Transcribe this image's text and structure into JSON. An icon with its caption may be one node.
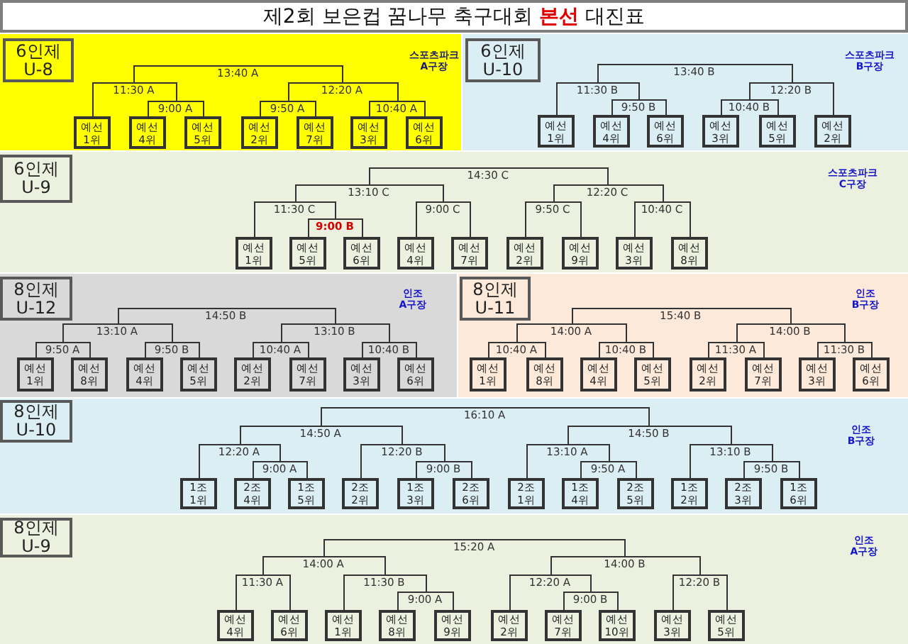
{
  "diagram": {
    "title": "제2회 보은컵 꿈나무 축구대회 **본선** 대진표",
    "nodes": [
      {
        "text": [
          "스포츠파크 A구장"
        ]
      },
      {
        "text": [
          "6인제 U-8"
        ],
        "in": 0
      },
      {
        "text": [
          "13:40 A"
        ],
        "in": 0
      },
      {
        "text": [
          "11:30 A"
        ],
        "in": 0
      },
      {
        "text": [
          "12:20 A"
        ],
        "in": 0
      },
      {
        "text": [
          "9:00 A"
        ],
        "in": 0
      },
      {
        "text": [
          "9:50 A"
        ],
        "in": 0
      },
      {
        "text": [
          "10:40 A"
        ],
        "in": 0
      },
      {
        "text": [
          "예선 1위"
        ],
        "in": 0
      },
      {
        "text": [
          "예선 4위"
        ],
        "in": 0
      },
      {
        "text": [
          "예선 5위"
        ],
        "in": 0
      },
      {
        "text": [
          "예선 2위"
        ],
        "in": 0
      },
      {
        "text": [
          "예선 7위"
        ],
        "in": 0
      },
      {
        "text": [
          "예선 3위"
        ],
        "in": 0
      },
      {
        "text": [
          "예선 6위"
        ],
        "in": 0
      },
      {
        "text": [
          "스포츠파크 B구장"
        ]
      },
      {
        "text": [
          "6인제 U-10"
        ],
        "in": 15
      },
      {
        "text": [
          "13:40 B"
        ],
        "in": 15
      },
      {
        "text": [
          "11:30 B"
        ],
        "in": 15
      },
      {
        "text": [
          "12:20 B"
        ],
        "in": 15
      },
      {
        "text": [
          "9:50 B"
        ],
        "in": 15
      },
      {
        "text": [
          "10:40 B"
        ],
        "in": 15
      },
      {
        "text": [
          "예선 1위"
        ],
        "in": 15
      },
      {
        "text": [
          "예선 4위"
        ],
        "in": 15
      },
      {
        "text": [
          "예선 6위"
        ],
        "in": 15
      },
      {
        "text": [
          "예선 3위"
        ],
        "in": 15
      },
      {
        "text": [
          "예선 5위"
        ],
        "in": 15
      },
      {
        "text": [
          "예선 2위"
        ],
        "in": 15
      },
      {
        "text": [
          "스포츠파크 C구장"
        ]
      },
      {
        "text": [
          "6인제 U-9"
        ],
        "in": 28
      },
      {
        "text": [
          "14:30 C"
        ],
        "in": 28
      },
      {
        "text": [
          "13:10 C"
        ],
        "in": 28
      },
      {
        "text": [
          "12:20 C"
        ],
        "in": 28
      },
      {
        "text": [
          "11:30 C"
        ],
        "in": 28
      },
      {
        "text": [
          "9:00 C"
        ],
        "in": 28
      },
      {
        "text": [
          "9:50 C"
        ],
        "in": 28
      },
      {
        "text": [
          "10:40 C"
        ],
        "in": 28
      },
      {
        "text": [
          "9:00 B"
        ],
        "in": 28
      },
      {
        "text": [
          "예선 1위"
        ],
        "in": 28
      },
      {
        "text": [
          "예선 5위"
        ],
        "in": 28
      },
      {
        "text": [
          "예선 6위"
        ],
        "in": 28
      },
      {
        "text": [
          "예선 4위"
        ],
        "in": 28
      },
      {
        "text": [
          "예선 7위"
        ],
        "in": 28
      },
      {
        "text": [
          "예선 2위"
        ],
        "in": 28
      },
      {
        "text": [
          "예선 9위"
        ],
        "in": 28
      },
      {
        "text": [
          "예선 3위"
        ],
        "in": 28
      },
      {
        "text": [
          "예선 8위"
        ],
        "in": 28
      },
      {
        "text": [
          "인조 A구장"
        ]
      },
      {
        "text": [
          "8인제 U-12"
        ],
        "in": 47
      },
      {
        "text": [
          "14:50 B"
        ],
        "in": 47
      },
      {
        "text": [
          "13:10 A"
        ],
        "in": 47
      },
      {
        "text": [
          "13:10 B"
        ],
        "in": 47
      },
      {
        "text": [
          "9:50 A"
        ],
        "in": 47
      },
      {
        "text": [
          "9:50 B"
        ],
        "in": 47
      },
      {
        "text": [
          "10:40 A"
        ],
        "in": 47
      },
      {
        "text": [
          "10:40 B"
        ],
        "in": 47
      },
      {
        "text": [
          "예선 1위"
        ],
        "in": 47
      },
      {
        "text": [
          "예선 8위"
        ],
        "in": 47
      },
      {
        "text": [
          "예선 4위"
        ],
        "in": 47
      },
      {
        "text": [
          "예선 5위"
        ],
        "in": 47
      },
      {
        "text": [
          "예선 2위"
        ],
        "in": 47
      },
      {
        "text": [
          "예선 7위"
        ],
        "in": 47
      },
      {
        "text": [
          "예선 3위"
        ],
        "in": 47
      },
      {
        "text": [
          "예선 6위"
        ],
        "in": 47
      },
      {
        "text": [
          "인조 B구장"
        ]
      },
      {
        "text": [
          "8인제 U-11"
        ],
        "in": 64
      },
      {
        "text": [
          "15:40 B"
        ],
        "in": 64
      },
      {
        "text": [
          "14:00 A"
        ],
        "in": 64
      },
      {
        "text": [
          "14:00 B"
        ],
        "in": 64
      },
      {
        "text": [
          "10:40 A"
        ],
        "in": 64
      },
      {
        "text": [
          "10:40 B"
        ],
        "in": 64
      },
      {
        "text": [
          "11:30 A"
        ],
        "in": 64
      },
      {
        "text": [
          "11:30 B"
        ],
        "in": 64
      },
      {
        "text": [
          "예선 1위"
        ],
        "in": 64
      },
      {
        "text": [
          "예선 8위"
        ],
        "in": 64
      },
      {
        "text": [
          "예선 4위"
        ],
        "in": 64
      },
      {
        "text": [
          "예선 5위"
        ],
        "in": 64
      },
      {
        "text": [
          "예선 2위"
        ],
        "in": 64
      },
      {
        "text": [
          "예선 7위"
        ],
        "in": 64
      },
      {
        "text": [
          "예선 3위"
        ],
        "in": 64
      },
      {
        "text": [
          "예선 6위"
        ],
        "in": 64
      },
      {
        "text": [
          "인조 B구장"
        ]
      },
      {
        "text": [
          "8인제 U-10"
        ],
        "in": 81
      },
      {
        "text": [
          "16:10 A"
        ],
        "in": 81
      },
      {
        "text": [
          "14:50 A"
        ],
        "in": 81
      },
      {
        "text": [
          "14:50 B"
        ],
        "in": 81
      },
      {
        "text": [
          "12:20 A"
        ],
        "in": 81
      },
      {
        "text": [
          "12:20 B"
        ],
        "in": 81
      },
      {
        "text": [
          "13:10 A"
        ],
        "in": 81
      },
      {
        "text": [
          "13:10 B"
        ],
        "in": 81
      },
      {
        "text": [
          "9:00 A"
        ],
        "in": 81
      },
      {
        "text": [
          "9:00 B"
        ],
        "in": 81
      },
      {
        "text": [
          "9:50 A"
        ],
        "in": 81
      },
      {
        "text": [
          "9:50 B"
        ],
        "in": 81
      },
      {
        "text": [
          "1조 1위"
        ],
        "in": 81
      },
      {
        "text": [
          "2조 4위"
        ],
        "in": 81
      },
      {
        "text": [
          "1조 5위"
        ],
        "in": 81
      },
      {
        "text": [
          "2조 2위"
        ],
        "in": 81
      },
      {
        "text": [
          "1조 3위"
        ],
        "in": 81
      },
      {
        "text": [
          "2조 6위"
        ],
        "in": 81
      },
      {
        "text": [
          "2조 1위"
        ],
        "in": 81
      },
      {
        "text": [
          "1조 4위"
        ],
        "in": 81
      },
      {
        "text": [
          "2조 5위"
        ],
        "in": 81
      },
      {
        "text": [
          "1조 2위"
        ],
        "in": 81
      },
      {
        "text": [
          "2조 3위"
        ],
        "in": 81
      },
      {
        "text": [
          "1조 6위"
        ],
        "in": 81
      },
      {
        "text": [
          "인조 A구장"
        ]
      },
      {
        "text": [
          "8인제 U-9"
        ],
        "in": 106
      },
      {
        "text": [
          "15:20 A"
        ],
        "in": 106
      },
      {
        "text": [
          "14:00 A"
        ],
        "in": 106
      },
      {
        "text": [
          "14:00 B"
        ],
        "in": 106
      },
      {
        "text": [
          "11:30 A"
        ],
        "in": 106
      },
      {
        "text": [
          "11:30 B"
        ],
        "in": 106
      },
      {
        "text": [
          "12:20 A"
        ],
        "in": 106
      },
      {
        "text": [
          "12:20 B"
        ],
        "in": 106
      },
      {
        "text": [
          "9:00 A"
        ],
        "in": 106
      },
      {
        "text": [
          "9:00 B"
        ],
        "in": 106
      },
      {
        "text": [
          "예선 4위"
        ],
        "in": 106
      },
      {
        "text": [
          "예선 6위"
        ],
        "in": 106
      },
      {
        "text": [
          "예선 1위"
        ],
        "in": 106
      },
      {
        "text": [
          "예선 8위"
        ],
        "in": 106
      },
      {
        "text": [
          "예선 9위"
        ],
        "in": 106
      },
      {
        "text": [
          "예선 2위"
        ],
        "in": 106
      },
      {
        "text": [
          "예선 7위"
        ],
        "in": 106
      },
      {
        "text": [
          "예선 10위"
        ],
        "in": 106
      },
      {
        "text": [
          "예선 3위"
        ],
        "in": 106
      },
      {
        "text": [
          "예선 5위"
        ],
        "in": 106
      }
    ],
    "edges": [
      {
        "from": 2,
        "to": 3,
        "arrow": "none"
      },
      {
        "from": 2,
        "to": 4,
        "arrow": "none"
      },
      {
        "from": 3,
        "to": 8,
        "arrow": "none"
      },
      {
        "from": 3,
        "to": 5,
        "arrow": "none"
      },
      {
        "from": 5,
        "to": 9,
        "arrow": "none"
      },
      {
        "from": 5,
        "to": 10,
        "arrow": "none"
      },
      {
        "from": 4,
        "to": 6,
        "arrow": "none"
      },
      {
        "from": 4,
        "to": 7,
        "arrow": "none"
      },
      {
        "from": 6,
        "to": 11,
        "arrow": "none"
      },
      {
        "from": 6,
        "to": 12,
        "arrow": "none"
      },
      {
        "from": 7,
        "to": 13,
        "arrow": "none"
      },
      {
        "from": 7,
        "to": 14,
        "arrow": "none"
      },
      {
        "from": 17,
        "to": 18,
        "arrow": "none"
      },
      {
        "from": 17,
        "to": 19,
        "arrow": "none"
      },
      {
        "from": 18,
        "to": 22,
        "arrow": "none"
      },
      {
        "from": 18,
        "to": 20,
        "arrow": "none"
      },
      {
        "from": 20,
        "to": 23,
        "arrow": "none"
      },
      {
        "from": 20,
        "to": 24,
        "arrow": "none"
      },
      {
        "from": 19,
        "to": 21,
        "arrow": "none"
      },
      {
        "from": 19,
        "to": 27,
        "arrow": "none"
      },
      {
        "from": 21,
        "to": 25,
        "arrow": "none"
      },
      {
        "from": 21,
        "to": 26,
        "arrow": "none"
      },
      {
        "from": 30,
        "to": 31,
        "arrow": "none"
      },
      {
        "from": 30,
        "to": 32,
        "arrow": "none"
      },
      {
        "from": 31,
        "to": 33,
        "arrow": "none"
      },
      {
        "from": 31,
        "to": 34,
        "arrow": "none"
      },
      {
        "from": 33,
        "to": 38,
        "arrow": "none"
      },
      {
        "from": 33,
        "to": 37,
        "arrow": "none"
      },
      {
        "from": 37,
        "to": 39,
        "arrow": "none"
      },
      {
        "from": 37,
        "to": 40,
        "arrow": "none"
      },
      {
        "from": 34,
        "to": 41,
        "arrow": "none"
      },
      {
        "from": 34,
        "to": 42,
        "arrow": "none"
      },
      {
        "from": 32,
        "to": 35,
        "arrow": "none"
      },
      {
        "from": 32,
        "to": 36,
        "arrow": "none"
      },
      {
        "from": 35,
        "to": 43,
        "arrow": "none"
      },
      {
        "from": 35,
        "to": 44,
        "arrow": "none"
      },
      {
        "from": 36,
        "to": 45,
        "arrow": "none"
      },
      {
        "from": 36,
        "to": 46,
        "arrow": "none"
      },
      {
        "from": 49,
        "to": 50,
        "arrow": "none"
      },
      {
        "from": 49,
        "to": 51,
        "arrow": "none"
      },
      {
        "from": 50,
        "to": 52,
        "arrow": "none"
      },
      {
        "from": 50,
        "to": 53,
        "arrow": "none"
      },
      {
        "from": 52,
        "to": 56,
        "arrow": "none"
      },
      {
        "from": 52,
        "to": 57,
        "arrow": "none"
      },
      {
        "from": 53,
        "to": 58,
        "arrow": "none"
      },
      {
        "from": 53,
        "to": 59,
        "arrow": "none"
      },
      {
        "from": 51,
        "to": 54,
        "arrow": "none"
      },
      {
        "from": 51,
        "to": 55,
        "arrow": "none"
      },
      {
        "from": 54,
        "to": 60,
        "arrow": "none"
      },
      {
        "from": 54,
        "to": 61,
        "arrow": "none"
      },
      {
        "from": 55,
        "to": 62,
        "arrow": "none"
      },
      {
        "from": 55,
        "to": 63,
        "arrow": "none"
      },
      {
        "from": 66,
        "to": 67,
        "arrow": "none"
      },
      {
        "from": 66,
        "to": 68,
        "arrow": "none"
      },
      {
        "from": 67,
        "to": 69,
        "arrow": "none"
      },
      {
        "from": 67,
        "to": 70,
        "arrow": "none"
      },
      {
        "from": 69,
        "to": 73,
        "arrow": "none"
      },
      {
        "from": 69,
        "to": 74,
        "arrow": "none"
      },
      {
        "from": 70,
        "to": 75,
        "arrow": "none"
      },
      {
        "from": 70,
        "to": 76,
        "arrow": "none"
      },
      {
        "from": 68,
        "to": 71,
        "arrow": "none"
      },
      {
        "from": 68,
        "to": 72,
        "arrow": "none"
      },
      {
        "from": 71,
        "to": 77,
        "arrow": "none"
      },
      {
        "from": 71,
        "to": 78,
        "arrow": "none"
      },
      {
        "from": 72,
        "to": 79,
        "arrow": "none"
      },
      {
        "from": 72,
        "to": 80,
        "arrow": "none"
      },
      {
        "from": 83,
        "to": 84,
        "arrow": "none"
      },
      {
        "from": 83,
        "to": 85,
        "arrow": "none"
      },
      {
        "from": 84,
        "to": 86,
        "arrow": "none"
      },
      {
        "from": 84,
        "to": 87,
        "arrow": "none"
      },
      {
        "from": 86,
        "to": 94,
        "arrow": "none"
      },
      {
        "from": 86,
        "to": 90,
        "arrow": "none"
      },
      {
        "from": 90,
        "to": 95,
        "arrow": "none"
      },
      {
        "from": 90,
        "to": 96,
        "arrow": "none"
      },
      {
        "from": 87,
        "to": 97,
        "arrow": "none"
      },
      {
        "from": 87,
        "to": 91,
        "arrow": "none"
      },
      {
        "from": 91,
        "to": 98,
        "arrow": "none"
      },
      {
        "from": 91,
        "to": 99,
        "arrow": "none"
      },
      {
        "from": 85,
        "to": 88,
        "arrow": "none"
      },
      {
        "from": 85,
        "to": 89,
        "arrow": "none"
      },
      {
        "from": 88,
        "to": 100,
        "arrow": "none"
      },
      {
        "from": 88,
        "to": 92,
        "arrow": "none"
      },
      {
        "from": 92,
        "to": 101,
        "arrow": "none"
      },
      {
        "from": 92,
        "to": 102,
        "arrow": "none"
      },
      {
        "from": 89,
        "to": 103,
        "arrow": "none"
      },
      {
        "from": 89,
        "to": 93,
        "arrow": "none"
      },
      {
        "from": 93,
        "to": 104,
        "arrow": "none"
      },
      {
        "from": 93,
        "to": 105,
        "arrow": "none"
      },
      {
        "from": 108,
        "to": 109,
        "arrow": "none"
      },
      {
        "from": 108,
        "to": 110,
        "arrow": "none"
      },
      {
        "from": 109,
        "to": 111,
        "arrow": "none"
      },
      {
        "from": 109,
        "to": 112,
        "arrow": "none"
      },
      {
        "from": 111,
        "to": 117,
        "arrow": "none"
      },
      {
        "from": 111,
        "to": 118,
        "arrow": "none"
      },
      {
        "from": 112,
        "to": 119,
        "arrow": "none"
      },
      {
        "from": 112,
        "to": 115,
        "arrow": "none"
      },
      {
        "from": 115,
        "to": 120,
        "arrow": "none"
      },
      {
        "from": 115,
        "to": 121,
        "arrow": "none"
      },
      {
        "from": 110,
        "to": 113,
        "arrow": "none"
      },
      {
        "from": 110,
        "to": 114,
        "arrow": "none"
      },
      {
        "from": 113,
        "to": 122,
        "arrow": "none"
      },
      {
        "from": 113,
        "to": 116,
        "arrow": "none"
      },
      {
        "from": 116,
        "to": 123,
        "arrow": "none"
      },
      {
        "from": 116,
        "to": 124,
        "arrow": "none"
      },
      {
        "from": 114,
        "to": 125,
        "arrow": "none"
      },
      {
        "from": 114,
        "to": 126,
        "arrow": "none"
      }
    ]
  }
}
